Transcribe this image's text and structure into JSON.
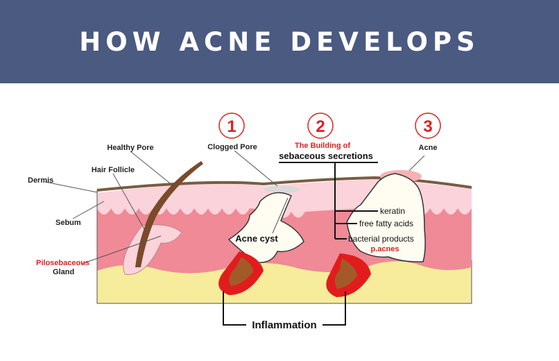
{
  "header": {
    "title": "HOW ACNE DEVELOPS"
  },
  "colors": {
    "banner": "#4a5a80",
    "accent": "#e02020",
    "skin_pink": "#f08a96",
    "fat_yellow": "#f7ec9c"
  },
  "steps": [
    {
      "number": "1",
      "label": "Clogged Pore"
    },
    {
      "number": "2",
      "label_line1": "The Building of",
      "label_line2": "sebaceous secretions"
    },
    {
      "number": "3",
      "label": "Acne"
    }
  ],
  "labels": {
    "healthy_pore": "Healthy Pore",
    "hair_follicle": "Hair Follicle",
    "dermis": "Dermis",
    "sebum": "Sebum",
    "pilosebaceous_line1": "Pilosebaceous",
    "pilosebaceous_line2": "Gland",
    "acne_cyst": "Acne cyst",
    "inflammation": "Inflammation"
  },
  "secretions": [
    "keratin",
    "free fatty acids",
    "bacterial products"
  ],
  "bacteria": "p.acnes"
}
